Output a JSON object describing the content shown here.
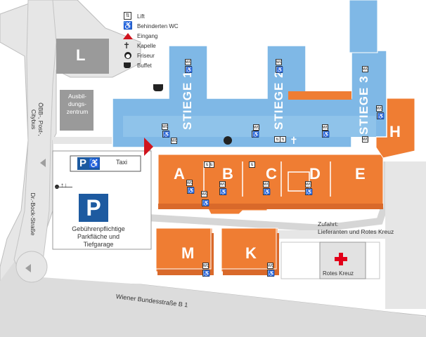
{
  "legend": [
    {
      "icon": "lift-icon",
      "label": "Lift"
    },
    {
      "icon": "accessible-wc-icon",
      "label": "Behinderten WC"
    },
    {
      "icon": "entrance-icon",
      "label": "Eingang"
    },
    {
      "icon": "chapel-cross-icon",
      "label": "Kapelle"
    },
    {
      "icon": "hairdresser-icon",
      "label": "Friseur"
    },
    {
      "icon": "buffet-cup-icon",
      "label": "Buffet"
    }
  ],
  "stiegen": [
    "STIEGE 1",
    "STIEGE 2",
    "STIEGE 3"
  ],
  "buildings": {
    "a": "A",
    "b": "B",
    "c": "C",
    "d": "D",
    "e": "E",
    "h": "H",
    "m": "M",
    "k": "K",
    "l": "L"
  },
  "labels": {
    "ausbildungszentrum": "Ausbil-\ndungs-\nzentrum",
    "taxi": "Taxi",
    "parking_caption": "Gebührenpflichtige\nParkfläche und\nTiefgarage",
    "zufahrt": "Zufahrt:\nLieferanten und Rotes Kreuz",
    "rotes_kreuz": "Rotes Kreuz",
    "oebb": "ÖBB-, Post-,\nCitybus",
    "dr_bock": "Dr.-Bock-Straße",
    "wiener": "Wiener Bundesstraße B 1",
    "parking_letter": "P",
    "wc_mark": "WC"
  },
  "colors": {
    "blue": "#7fb8e6",
    "orange": "#ef7d33",
    "grey_building": "#9a9a9a",
    "road": "#e6e6e6",
    "parking_blue": "#1d5aa0",
    "entrance_red": "#d0141e",
    "cross_red": "#e2001a"
  }
}
